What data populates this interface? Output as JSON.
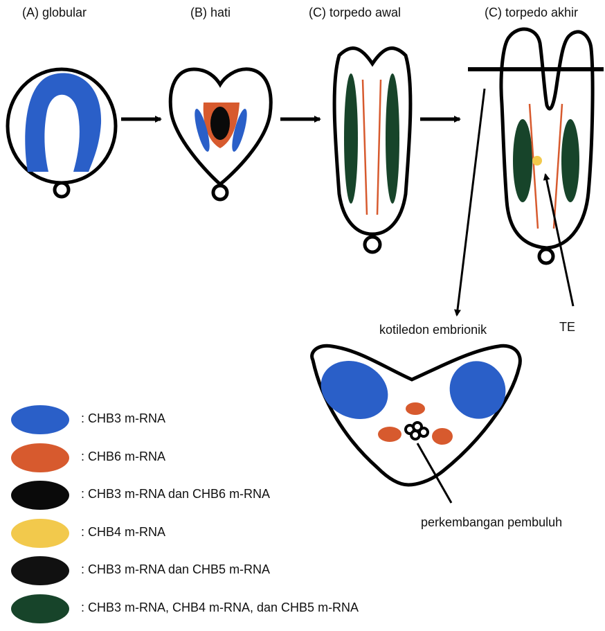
{
  "stages": {
    "globular": "(A) globular",
    "heart": "(B) hati",
    "torpedo_early": "(C) torpedo awal",
    "torpedo_late": "(C) torpedo akhir"
  },
  "annotations": {
    "cotyledon": "kotiledon embrionik",
    "te": "TE",
    "vascular": "perkembangan pembuluh"
  },
  "colors": {
    "chb3": "#2a5fc8",
    "chb6": "#d75a2e",
    "chb3_chb6": "#0a0a0a",
    "chb4": "#f2c94c",
    "chb3_chb5": "#111111",
    "chb3_chb4_chb5": "#17442a",
    "outline": "#000000"
  },
  "legend": [
    {
      "label": ": CHB3 m-RNA",
      "color": "#2a5fc8"
    },
    {
      "label": ": CHB6 m-RNA",
      "color": "#d75a2e"
    },
    {
      "label": ": CHB3 m-RNA dan CHB6 m-RNA",
      "color": "#0a0a0a"
    },
    {
      "label": ": CHB4 m-RNA",
      "color": "#f2c94c"
    },
    {
      "label": ": CHB3 m-RNA dan CHB5 m-RNA",
      "color": "#111111"
    },
    {
      "label": ": CHB3 m-RNA, CHB4 m-RNA, dan CHB5 m-RNA",
      "color": "#17442a"
    }
  ]
}
